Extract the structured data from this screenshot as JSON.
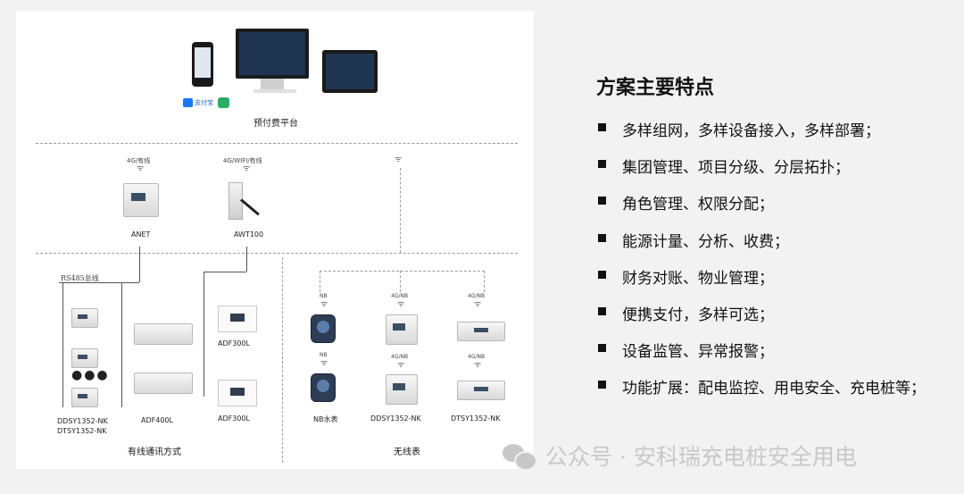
{
  "platform": {
    "label": "预付费平台",
    "payment_labels": [
      "支付宝"
    ]
  },
  "gateways": [
    {
      "comm": "4G/有线",
      "name": "ANET"
    },
    {
      "comm": "4G/WIFI/有线",
      "name": "AWT100"
    }
  ],
  "bus_label": "RS485总线",
  "wired": {
    "caption": "有线通讯方式",
    "col1": {
      "name": "DDSY1352-NK\nDTSY1352-NK"
    },
    "col2": {
      "name": "ADF400L"
    },
    "col3_top": {
      "name": "ADF300L"
    },
    "col3_bottom": {
      "name": "ADF300L"
    }
  },
  "wireless": {
    "caption": "无线表",
    "water": {
      "name": "NB水表",
      "tag": "NB"
    },
    "single": {
      "name": "DDSY1352-NK",
      "tag": "4G/NB"
    },
    "three": {
      "name": "DTSY1352-NK",
      "tag": "4G/NB"
    }
  },
  "features": {
    "title": "方案主要特点",
    "items": [
      "多样组网，多样设备接入，多样部署；",
      "集团管理、项目分级、分层拓扑；",
      "角色管理、权限分配；",
      "能源计量、分析、收费；",
      "财务对账、物业管理；",
      "便携支付，多样可选；",
      "设备监管、异常报警；",
      "功能扩展：配电监控、用电安全、充电桩等；"
    ]
  },
  "watermark": "公众号 · 安科瑞充电桩安全用电"
}
